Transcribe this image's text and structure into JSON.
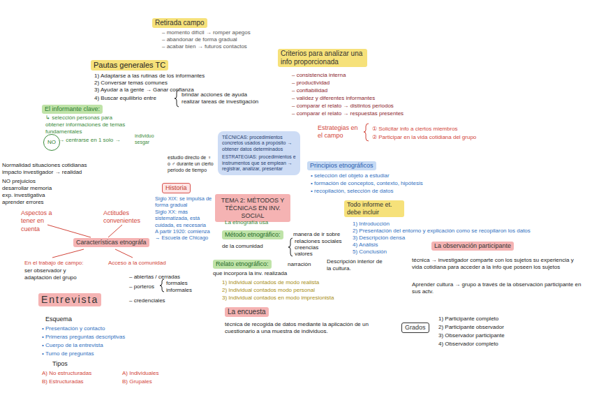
{
  "diagram": {
    "nodes": [
      {
        "text": [
          "Retirada campo"
        ]
      },
      {
        "text": [
          "Criterios para analizar una info proporcionada"
        ]
      },
      {
        "text": [
          "Pautas generales TC"
        ]
      },
      {
        "text": [
          "El informante clave:"
        ]
      },
      {
        "text": [
          "NO"
        ]
      },
      {
        "text": [
          "TÉCNICAS: procedimientos concretos usados a propósito → obtener datos determinados",
          "ESTRATEGIAS: procedimientos e instrumentos que se emplean → registrar, analizar, presentar"
        ]
      },
      {
        "text": [
          "Historia"
        ]
      },
      {
        "text": [
          "Principios etnográficos"
        ]
      },
      {
        "text": [
          "TEMA 2: MÉTODOS Y TÉCNICAS EN INV. SOCIAL"
        ]
      },
      {
        "text": [
          "Todo informe et. debe incluir"
        ]
      },
      {
        "text": [
          "Características etnográfa"
        ]
      },
      {
        "text": [
          "Método etnográfico:"
        ]
      },
      {
        "text": [
          "La observación participante"
        ]
      },
      {
        "text": [
          "Relato etnográfico:"
        ]
      },
      {
        "text": [
          "Entrevista"
        ]
      },
      {
        "text": [
          "La encuesta"
        ]
      },
      {
        "text": [
          "Grados"
        ]
      }
    ],
    "labels": [
      "– momento difícil → romper apegos",
      "– abandonar de forma gradual",
      "– acabar bien → futuros contactos",
      "1) Adaptarse a las rutinas de los informantes",
      "2) Conversar temas comunes",
      "3) Ayudar a la gente → Ganar confianza",
      "4) Buscar equilibrio entre",
      "brindar acciones de ayuda",
      "realizar tareas de investigación",
      "– consistencia interna",
      "– productividad",
      "– confiabilidad",
      "– validez y diferentes informantes",
      "– comparar el relato → distintos periodos",
      "– comparar el relato → respuestas presentes",
      "↳ selección personas para obtener informaciones de temas fundamentales",
      "→ centrarse en 1 solo →",
      "individuo sesgar",
      "Normalidad situaciones cotidianas",
      "impacto investigador → realidad",
      "NO prejuicios",
      "desarrollar memoria",
      "exp. investigativa",
      "aprender errores",
      "Estrategias en el campo",
      "① Solicitar info a ciertos miembros",
      "② Participar en la vida cotidiana del grupo",
      "estudio directo de ♀ o ♂ durante un cierto periodo de tiempo",
      "Siglo XIX: se impulsa de forma gradual",
      "Siglo XX: más sistematizada, está cuidada, es necesaria",
      "A partir 1920: comienza → Escuela de Chicago",
      "• selección del objeto a estudiar",
      "• formación de conceptos, contexto, hipótesis",
      "• recopilación, selección de datos",
      "1) Introducción",
      "2) Presentación del entorno y explicación como se recopilaron los datos",
      "3) Descripción densa",
      "4) Análisis",
      "5) Conclusión",
      "La etnografía usa",
      "manera de ir sobre",
      "relaciones sociales",
      "creencias",
      "valores",
      "de la comunidad",
      "narración",
      "que incorpora la inv. realizada",
      "Descripción interior de la cultura.",
      "1) Individual contados de modo realista",
      "2) Individual contados modo personal",
      "3) Individual contados en modo impresionista",
      "técnica → investigador comparte con los sujetos su experiencia y vida cotidiana para acceder a la info que poseen los sujetos",
      "Aprender cultura → grupo a través de la observación participante en sus actv.",
      "1) Participante completo",
      "2) Participante observador",
      "3) Observador participante",
      "4) Observador completo",
      "técnica de recogida de datos mediante la aplicación de un cuestionario a una muestra de individuos.",
      "Aspectos a tener en cuenta",
      "Actitudes convenientes",
      "En el trabajo de campo:",
      "ser observador y adaptación del grupo",
      "Acceso a la comunidad",
      "– abiertas / cerradas",
      "– porteros",
      "formales",
      "informales",
      "– credenciales",
      "Esquema",
      "• Presentación y contacto",
      "• Primeras preguntas descriptivas",
      "• Cuerpo de la entrevista",
      "• Turno de preguntas",
      "Tipos",
      "A) No estructuradas",
      "B) Estructuradas",
      "A) Individuales",
      "B) Grupales"
    ]
  }
}
